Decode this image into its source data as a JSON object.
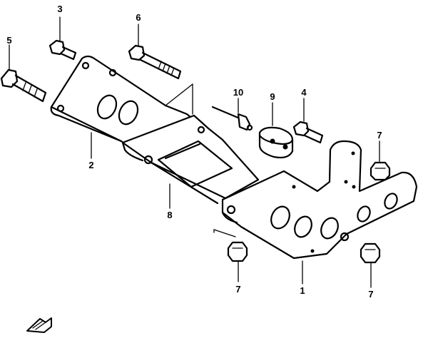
{
  "callouts": {
    "c1": "1",
    "c2": "2",
    "c3": "3",
    "c4": "4",
    "c5": "5",
    "c6": "6",
    "c7a": "7",
    "c7b": "7",
    "c7c": "7",
    "c8": "8",
    "c9": "9",
    "c10": "10"
  }
}
